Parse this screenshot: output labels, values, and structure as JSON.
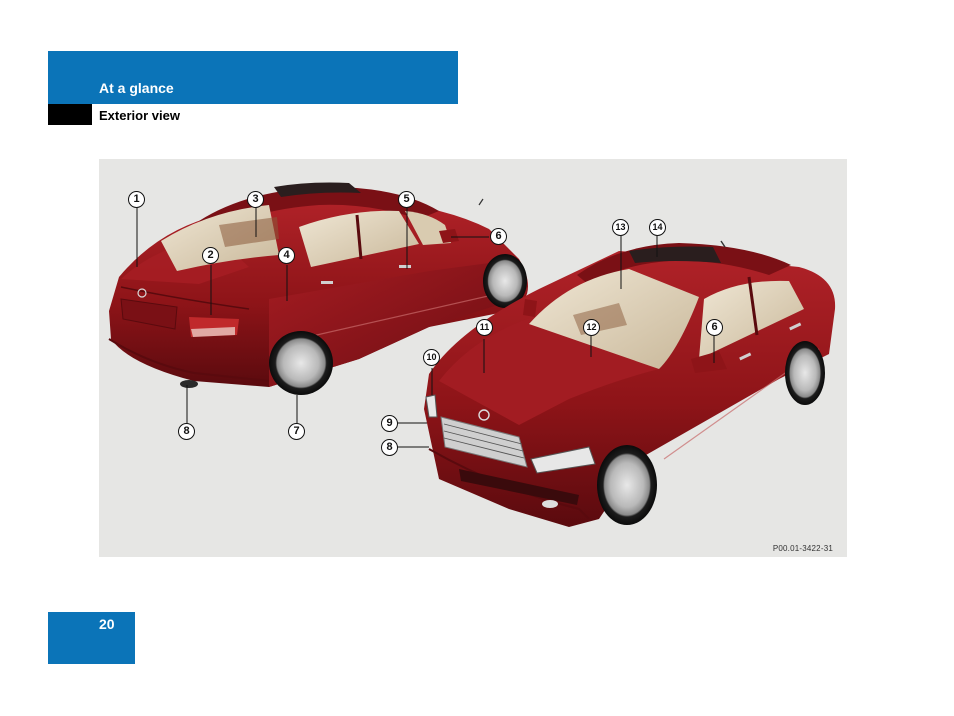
{
  "header": {
    "section": "At a glance",
    "subsection": "Exterior view"
  },
  "figure": {
    "code": "P00.01-3422-31",
    "callouts": [
      "1",
      "2",
      "3",
      "4",
      "5",
      "6",
      "7",
      "8",
      "9",
      "10",
      "11",
      "12",
      "13",
      "14"
    ]
  },
  "footer": {
    "page_number": "20"
  },
  "colors": {
    "brand_blue": "#0b74b8",
    "car_red": "#8e1418",
    "figure_bg": "#e6e6e4"
  }
}
